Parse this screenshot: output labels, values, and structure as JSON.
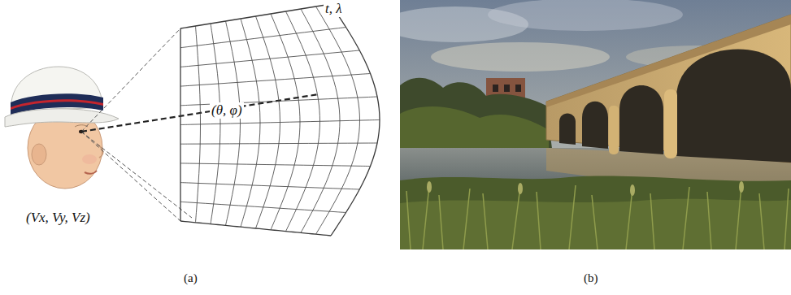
{
  "diagram": {
    "labels": [
      "t, λ",
      "(θ, φ)",
      "(Vx, Vy, Vz)",
      "(a)",
      "(b)"
    ]
  }
}
